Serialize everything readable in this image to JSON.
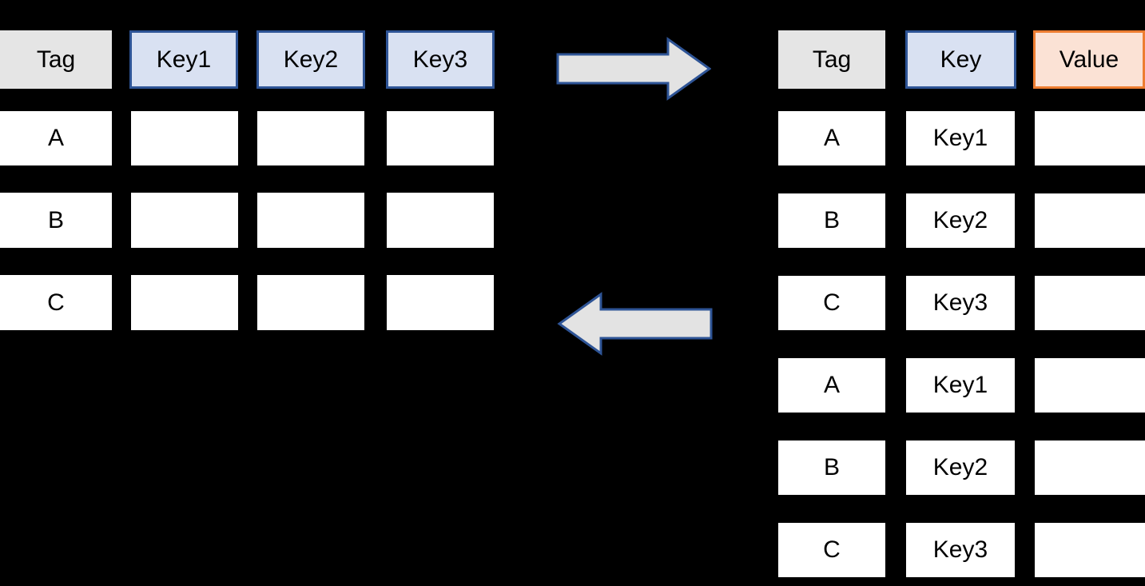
{
  "diagram": {
    "title_hidden": "",
    "background_color": "#000000",
    "colors": {
      "tag_header_fill": "#E5E5E5",
      "key_header_fill": "#D9E1F2",
      "key_header_border": "#2E5496",
      "value_header_fill": "#FBE2D5",
      "value_header_border": "#ED7D31",
      "cell_fill": "#FFFFFF",
      "arrow_fill": "#E3E3E3",
      "arrow_border": "#2E5496",
      "text_color": "#000000"
    }
  },
  "wide_table": {
    "name": "wide-table",
    "headers": [
      {
        "label": "Tag",
        "style": "tag"
      },
      {
        "label": "Key1",
        "style": "key"
      },
      {
        "label": "Key2",
        "style": "key"
      },
      {
        "label": "Key3",
        "style": "key"
      }
    ],
    "rows": [
      {
        "cells": [
          "A",
          "",
          "",
          ""
        ]
      },
      {
        "cells": [
          "B",
          "",
          "",
          ""
        ]
      },
      {
        "cells": [
          "C",
          "",
          "",
          ""
        ]
      }
    ]
  },
  "long_table": {
    "name": "long-table",
    "headers": [
      {
        "label": "Tag",
        "style": "tag"
      },
      {
        "label": "Key",
        "style": "key"
      },
      {
        "label": "Value",
        "style": "value"
      }
    ],
    "rows": [
      {
        "cells": [
          "A",
          "Key1",
          ""
        ]
      },
      {
        "cells": [
          "B",
          "Key2",
          ""
        ]
      },
      {
        "cells": [
          "C",
          "Key3",
          ""
        ]
      },
      {
        "cells": [
          "A",
          "Key1",
          ""
        ]
      },
      {
        "cells": [
          "B",
          "Key2",
          ""
        ]
      },
      {
        "cells": [
          "C",
          "Key3",
          ""
        ]
      }
    ]
  },
  "arrows": [
    {
      "name": "arrow-right",
      "direction": "right",
      "label": ""
    },
    {
      "name": "arrow-left",
      "direction": "left",
      "label": ""
    }
  ]
}
